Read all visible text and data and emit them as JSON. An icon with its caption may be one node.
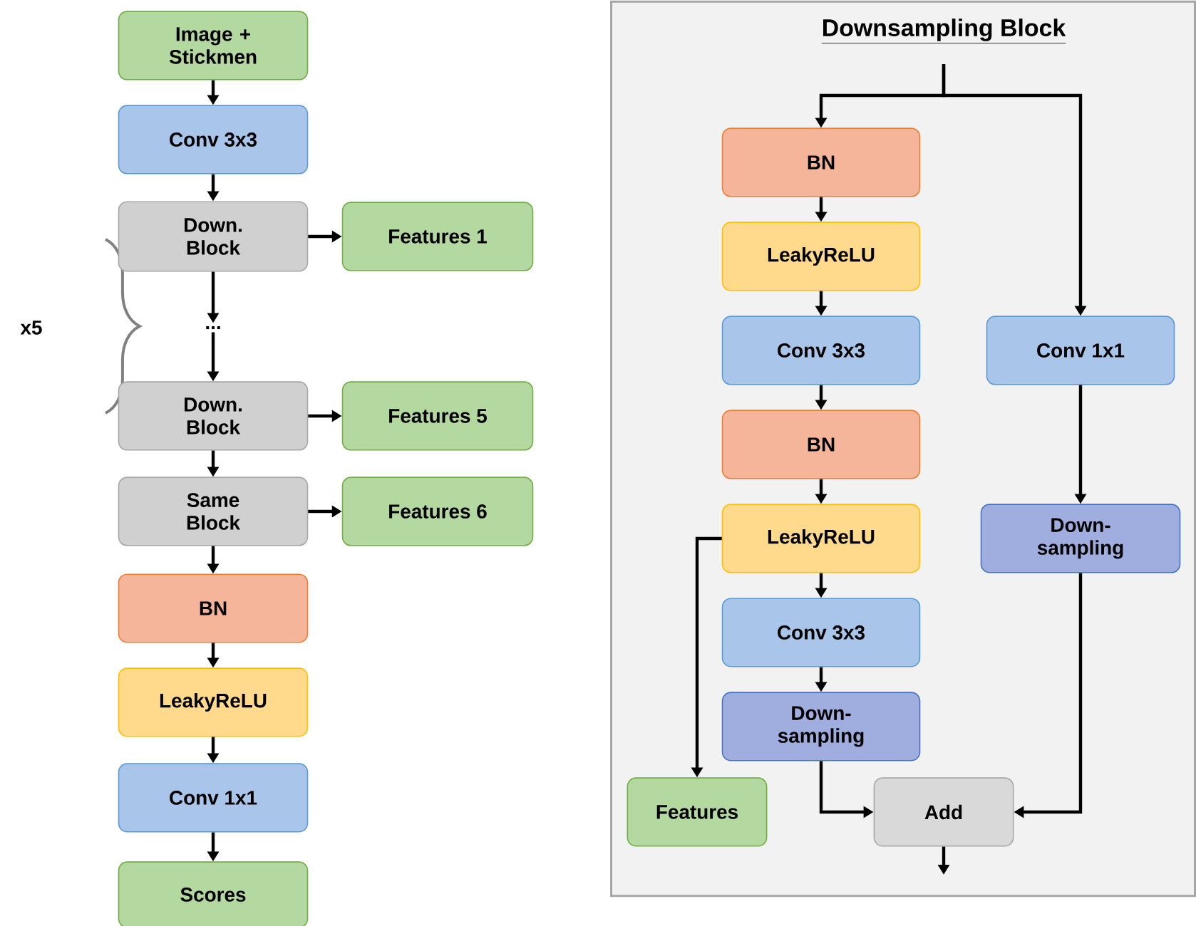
{
  "diagram": {
    "nodes": [
      {
        "text": [
          "Image + Stickmen"
        ]
      },
      {
        "text": [
          "Conv 3x3"
        ]
      },
      {
        "text": [
          "Down. Block"
        ]
      },
      {
        "text": [
          "Features 1"
        ]
      },
      {
        "text": [
          "..."
        ]
      },
      {
        "text": [
          "Down. Block"
        ]
      },
      {
        "text": [
          "Features 5"
        ]
      },
      {
        "text": [
          "Same Block"
        ]
      },
      {
        "text": [
          "Features 6"
        ]
      },
      {
        "text": [
          "BN"
        ]
      },
      {
        "text": [
          "LeakyReLU"
        ]
      },
      {
        "text": [
          "Conv 1x1"
        ]
      },
      {
        "text": [
          "Scores"
        ]
      },
      {
        "text": [
          "Downsampling Block"
        ]
      },
      {
        "text": [
          "BN"
        ],
        "in": 13
      },
      {
        "text": [
          "LeakyReLU"
        ],
        "in": 13
      },
      {
        "text": [
          "Conv 3x3"
        ],
        "in": 13
      },
      {
        "text": [
          "BN"
        ],
        "in": 13
      },
      {
        "text": [
          "LeakyReLU"
        ],
        "in": 13
      },
      {
        "text": [
          "Conv 3x3"
        ],
        "in": 13
      },
      {
        "text": [
          "Down- sampling"
        ],
        "in": 13
      },
      {
        "text": [
          "Features"
        ],
        "in": 13
      },
      {
        "text": [
          "Add"
        ],
        "in": 13
      },
      {
        "text": [
          "Conv 1x1"
        ],
        "in": 13
      },
      {
        "text": [
          "Down- sampling"
        ],
        "in": 13
      }
    ],
    "edges": [
      {
        "from": 0,
        "to": 1,
        "arrow": "to"
      },
      {
        "from": 1,
        "to": 2,
        "arrow": "to"
      },
      {
        "from": 2,
        "to": 3,
        "arrow": "to"
      },
      {
        "from": 2,
        "to": 4,
        "arrow": "to"
      },
      {
        "from": 4,
        "to": 5,
        "arrow": "to"
      },
      {
        "from": 5,
        "to": 6,
        "arrow": "to"
      },
      {
        "from": 5,
        "to": 7,
        "arrow": "to"
      },
      {
        "from": 7,
        "to": 8,
        "arrow": "to"
      },
      {
        "from": 7,
        "to": 9,
        "arrow": "to"
      },
      {
        "from": 9,
        "to": 10,
        "arrow": "to"
      },
      {
        "from": 10,
        "to": 11,
        "arrow": "to"
      },
      {
        "from": 11,
        "to": 12,
        "arrow": "to"
      },
      {
        "from": null,
        "to": 14,
        "arrow": "to"
      },
      {
        "from": null,
        "to": 23,
        "arrow": "to"
      },
      {
        "from": 14,
        "to": 15,
        "arrow": "to"
      },
      {
        "from": 15,
        "to": 16,
        "arrow": "to"
      },
      {
        "from": 16,
        "to": 17,
        "arrow": "to"
      },
      {
        "from": 17,
        "to": 18,
        "arrow": "to"
      },
      {
        "from": 18,
        "to": 19,
        "arrow": "to"
      },
      {
        "from": 19,
        "to": 20,
        "arrow": "to"
      },
      {
        "from": 18,
        "to": 21,
        "arrow": "to"
      },
      {
        "from": 20,
        "to": 22,
        "arrow": "to"
      },
      {
        "from": 23,
        "to": 24,
        "arrow": "to"
      },
      {
        "from": 24,
        "to": 22,
        "arrow": "to"
      },
      {
        "from": 22,
        "to": null,
        "arrow": "to"
      }
    ],
    "labels": [
      "x5"
    ]
  }
}
